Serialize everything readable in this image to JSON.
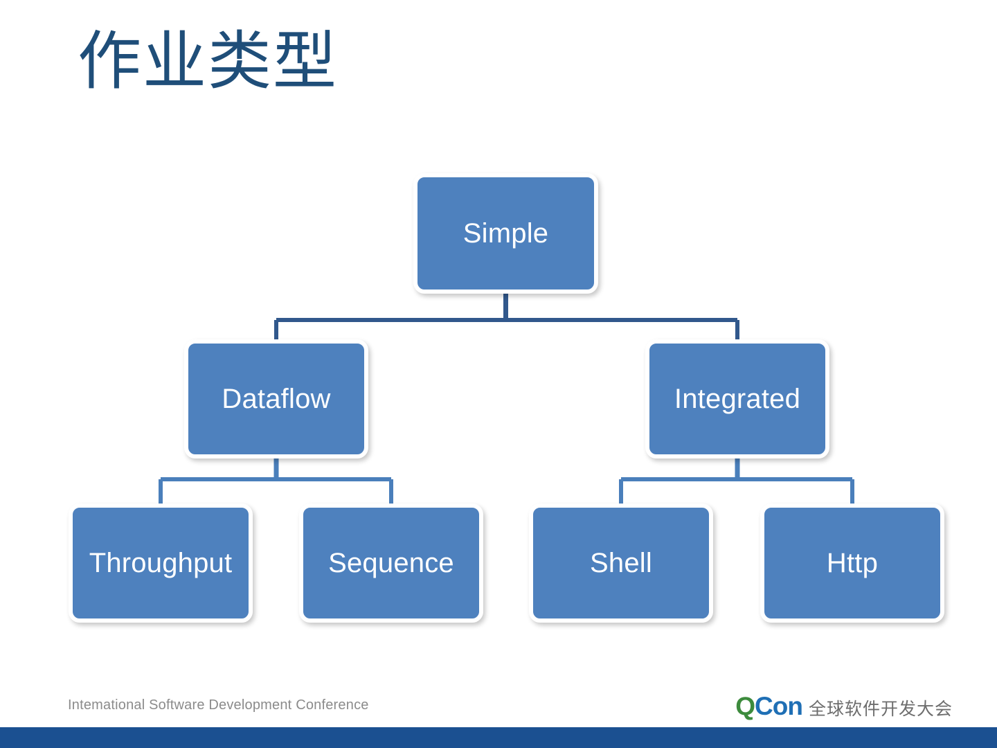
{
  "slide": {
    "title": "作业类型",
    "background_color": "#FFFFFF"
  },
  "theme": {
    "title_color": "#1F4E79",
    "node_fill": "#4E81BE",
    "node_border": "#FFFFFF",
    "node_text_color": "#FFFFFF",
    "connector_top_color": "#31588C",
    "connector_branch_color": "#4A7FBB",
    "footer_text_color": "#8B8B8B",
    "bottom_bar_color": "#1B5091",
    "logo_green": "#3D8B3D",
    "logo_blue": "#1F6FB5"
  },
  "diagram": {
    "type": "org-chart",
    "nodes": [
      {
        "id": "simple",
        "label": "Simple",
        "level": 0,
        "parent": null
      },
      {
        "id": "dataflow",
        "label": "Dataflow",
        "level": 1,
        "parent": "simple"
      },
      {
        "id": "integrated",
        "label": "Integrated",
        "level": 1,
        "parent": "simple"
      },
      {
        "id": "throughput",
        "label": "Throughput",
        "level": 2,
        "parent": "dataflow"
      },
      {
        "id": "sequence",
        "label": "Sequence",
        "level": 2,
        "parent": "dataflow"
      },
      {
        "id": "shell",
        "label": "Shell",
        "level": 2,
        "parent": "integrated"
      },
      {
        "id": "http",
        "label": "Http",
        "level": 2,
        "parent": "integrated"
      }
    ]
  },
  "footer": {
    "conference_line": "Intemational Software Development Conference",
    "logo": {
      "q": "Q",
      "con": "Con",
      "chinese": "全球软件开发大会"
    }
  }
}
